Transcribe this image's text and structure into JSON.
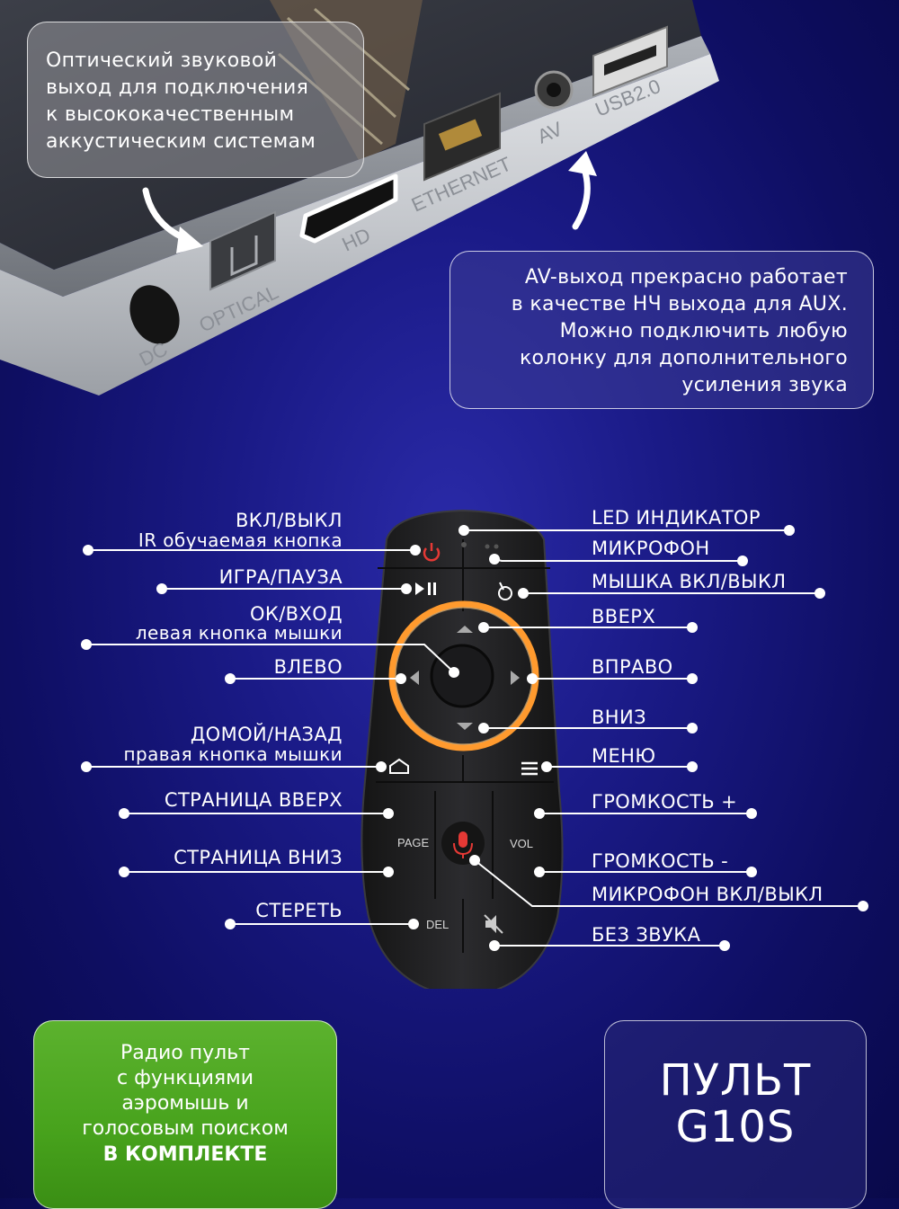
{
  "device": {
    "ports": {
      "dc": "DC",
      "optical": "OPTICAL",
      "hd": "HD",
      "ethernet": "ETHERNET",
      "av": "AV",
      "usb": "USB2.0"
    },
    "optical_note": [
      "Оптический звуковой",
      "выход для подключения",
      "к высококачественным",
      "аккустическим системам"
    ],
    "av_note": [
      "AV-выход прекрасно работает",
      "в качестве НЧ выхода для AUX.",
      "Можно подключить любую",
      "колонку для дополнительного",
      "усиления звука"
    ]
  },
  "remote": {
    "button_text": {
      "page": "PAGE",
      "vol": "VOL",
      "del": "DEL"
    },
    "left_labels": {
      "power": "ВКЛ/ВЫКЛ",
      "ir_learn": "IR обучаемая кнопка",
      "play_pause": "ИГРА/ПАУЗА",
      "ok": "ОК/ВХОД",
      "ok_sub": "левая кнопка мышки",
      "left": "ВЛЕВО",
      "home": "ДОМОЙ/НАЗАД",
      "home_sub": "правая кнопка мышки",
      "page_up": "СТРАНИЦА ВВЕРХ",
      "page_down": "СТРАНИЦА ВНИЗ",
      "delete": "СТЕРЕТЬ"
    },
    "right_labels": {
      "led": "LED ИНДИКАТОР",
      "mic": "МИКРОФОН",
      "mouse": "МЫШКА ВКЛ/ВЫКЛ",
      "up": "ВВЕРХ",
      "right": "ВПРАВО",
      "down": "ВНИЗ",
      "menu": "МЕНЮ",
      "vol_up": "ГРОМКОСТЬ +",
      "vol_down": "ГРОМКОСТЬ -",
      "mic_toggle": "МИКРОФОН ВКЛ/ВЫКЛ",
      "mute": "БЕЗ ЗВУКА"
    }
  },
  "promo": {
    "lines": [
      "Радио пульт",
      "с функциями",
      "аэромышь и",
      "голосовым поиском"
    ],
    "highlight": "В КОМПЛЕКТЕ"
  },
  "model": {
    "line1": "ПУЛЬТ",
    "line2": "G10S"
  },
  "colors": {
    "background": "#13137a",
    "ring": "#ff9a2e",
    "mic": "#e53935",
    "power": "#e53935",
    "promo_green": "#4ea821"
  }
}
